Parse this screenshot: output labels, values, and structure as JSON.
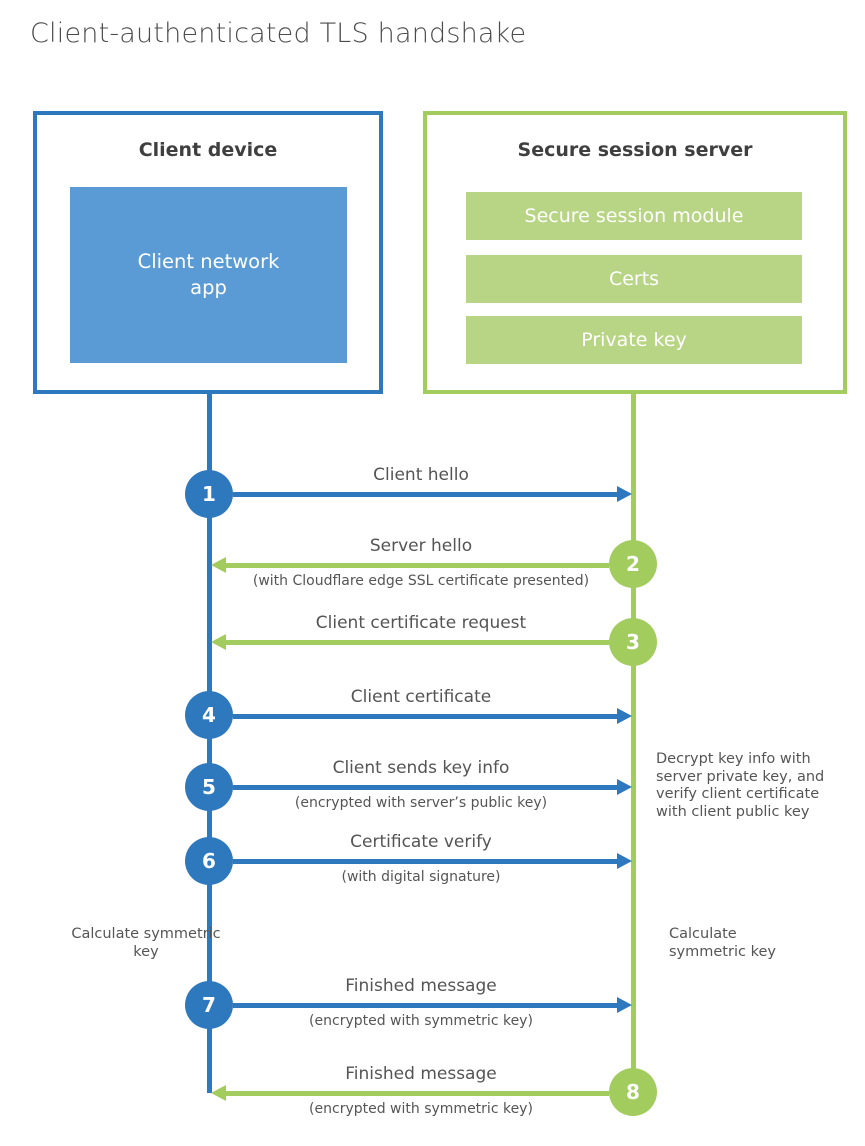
{
  "page_title": "Client-authenticated TLS handshake",
  "colors": {
    "client_accent": "#2e78bd",
    "client_fill": "#5b9bd5",
    "server_accent": "#a2cc5e",
    "server_fill": "#b7d584",
    "heading_text": "#3f3f3f",
    "label_text": "#545454"
  },
  "client": {
    "title": "Client device",
    "app_label": "Client network app"
  },
  "server": {
    "title": "Secure session server",
    "modules": [
      "Secure session module",
      "Certs",
      "Private key"
    ]
  },
  "steps": [
    {
      "number": "1",
      "from": "client",
      "direction": "right",
      "label": "Client hello",
      "sublabel": ""
    },
    {
      "number": "2",
      "from": "server",
      "direction": "left",
      "label": "Server hello",
      "sublabel": "(with Cloudflare edge SSL certificate presented)"
    },
    {
      "number": "3",
      "from": "server",
      "direction": "left",
      "label": "Client certificate request",
      "sublabel": ""
    },
    {
      "number": "4",
      "from": "client",
      "direction": "right",
      "label": "Client certificate",
      "sublabel": ""
    },
    {
      "number": "5",
      "from": "client",
      "direction": "right",
      "label": "Client sends key info",
      "sublabel": "(encrypted with server’s public key)"
    },
    {
      "number": "6",
      "from": "client",
      "direction": "right",
      "label": "Certificate verify",
      "sublabel": "(with digital signature)"
    },
    {
      "number": "7",
      "from": "client",
      "direction": "right",
      "label": "Finished message",
      "sublabel": "(encrypted with symmetric key)"
    },
    {
      "number": "8",
      "from": "server",
      "direction": "left",
      "label": "Finished message",
      "sublabel": "(encrypted with symmetric key)"
    }
  ],
  "annotations": {
    "server_note": "Decrypt key info with server private key, and verify client certificate with client public key",
    "client_calculate": "Calculate symmetric key",
    "server_calculate": "Calculate symmetric key"
  }
}
